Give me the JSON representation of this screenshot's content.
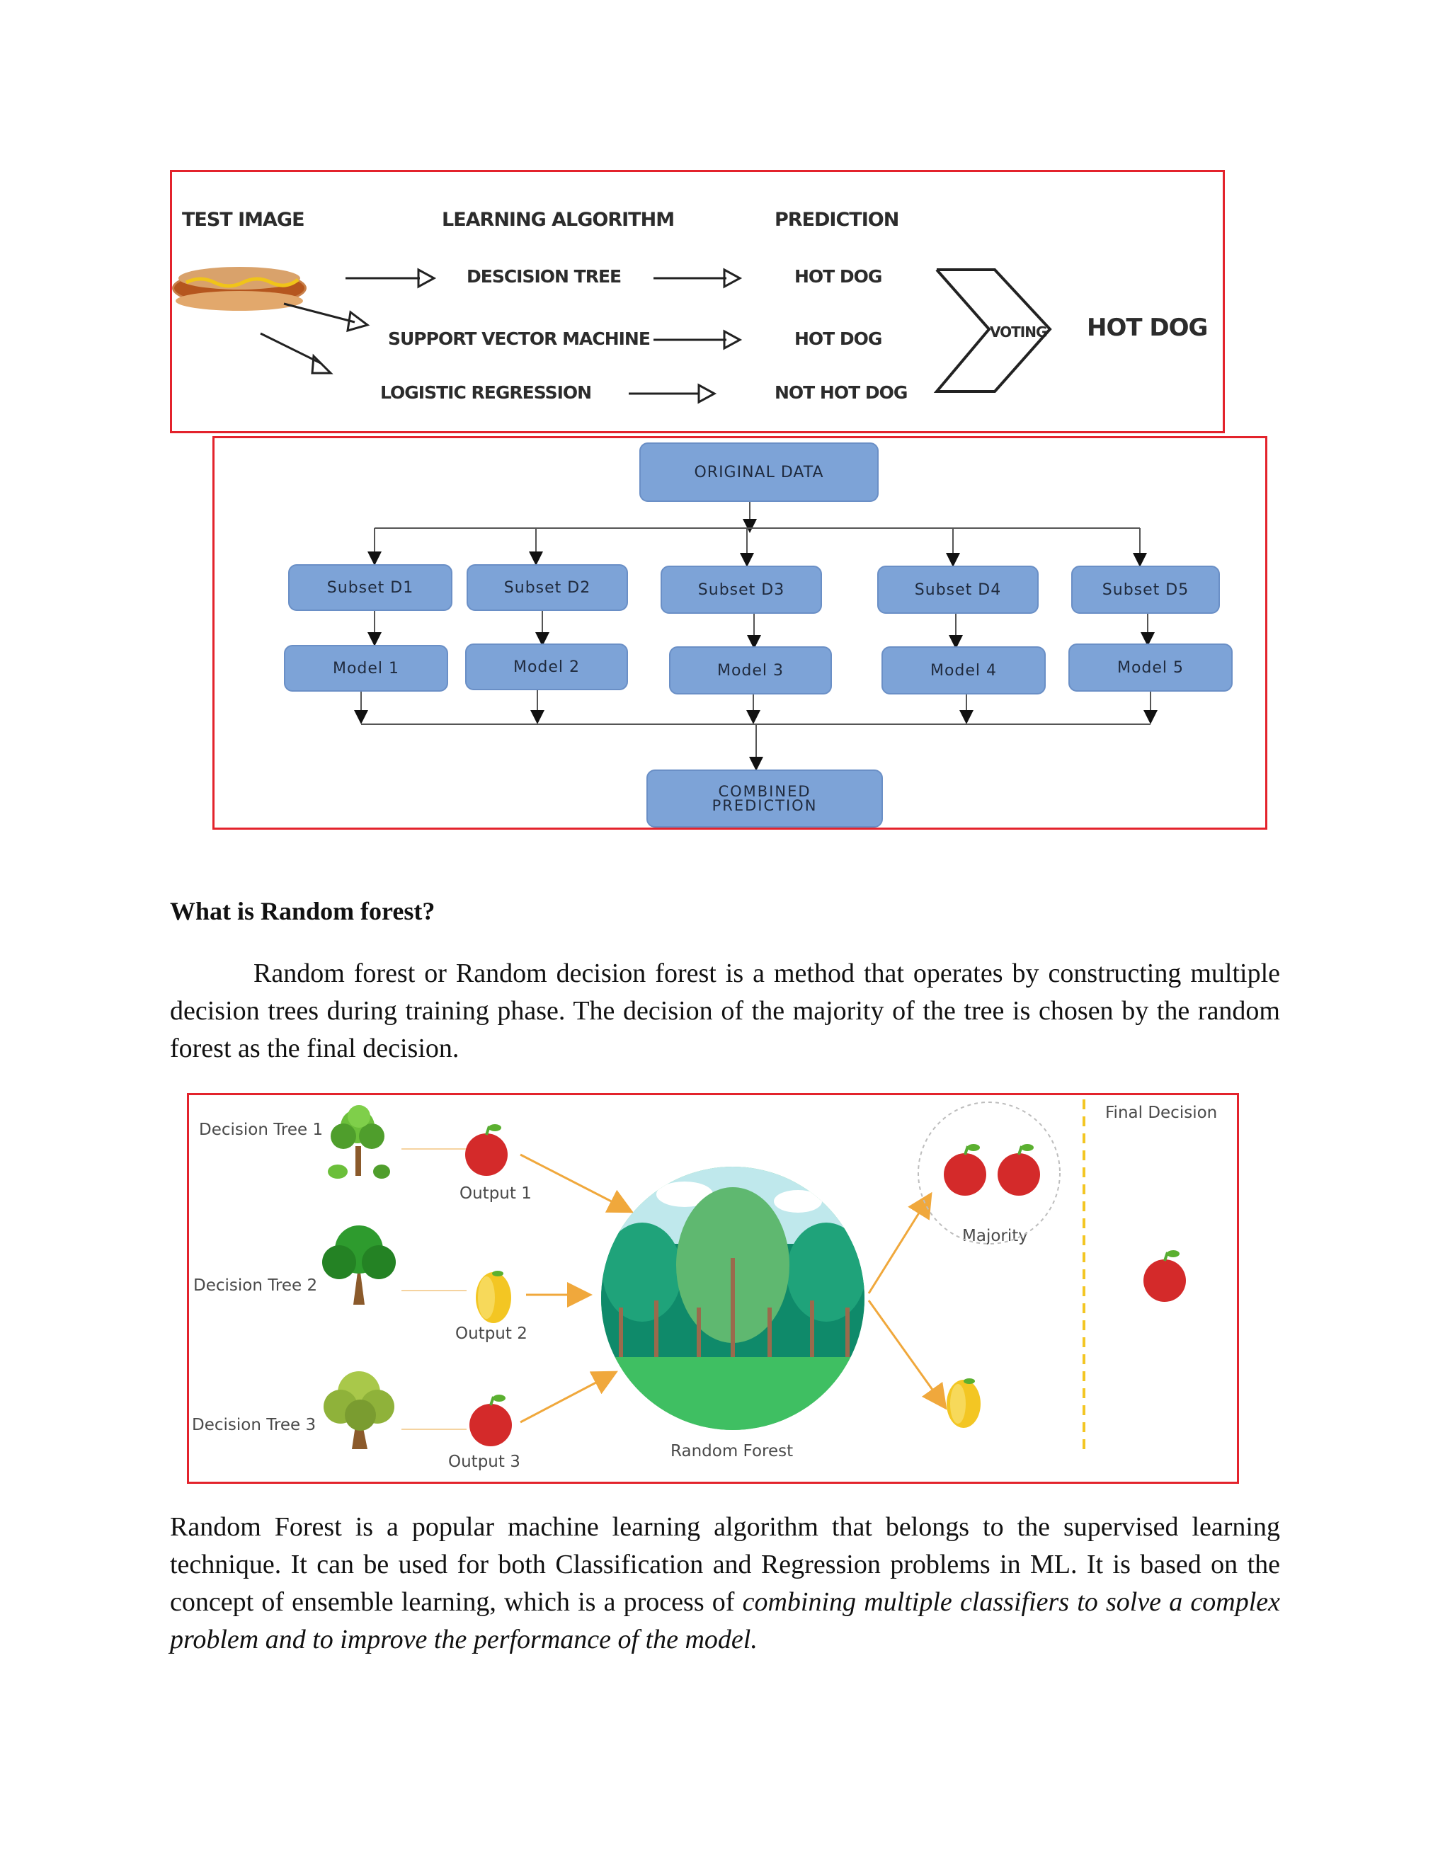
{
  "fig1": {
    "headers": {
      "test_image": "TEST IMAGE",
      "algorithm": "LEARNING ALGORITHM",
      "prediction": "PREDICTION"
    },
    "algorithms": [
      "DESCISION TREE",
      "SUPPORT VECTOR MACHINE",
      "LOGISTIC REGRESSION"
    ],
    "predictions": [
      "HOT DOG",
      "HOT DOG",
      "NOT HOT DOG"
    ],
    "voting": "VOTING",
    "final": "HOT DOG"
  },
  "fig2": {
    "original": "ORIGINAL DATA",
    "subsets": [
      "Subset D1",
      "Subset D2",
      "Subset D3",
      "Subset D4",
      "Subset D5"
    ],
    "models": [
      "Model 1",
      "Model 2",
      "Model 3",
      "Model 4",
      "Model 5"
    ],
    "combined_line1": "COMBINED",
    "combined_line2": "PREDICTION",
    "box_color": "#7da3d7"
  },
  "section": {
    "heading": "What is Random forest?",
    "para1": "Random forest or Random decision forest is a method that operates by constructing multiple decision trees during training phase. The decision of the majority of the tree is chosen by the random forest as the final decision.",
    "para2_plain": "Random Forest is a popular machine learning algorithm that belongs to the supervised learning technique. It can be used for both Classification and Regression problems in ML. It is based on the concept of ensemble learning, which is a process of ",
    "para2_italic": "combining multiple classifiers to solve a complex problem and to improve the performance of the model."
  },
  "fig3": {
    "trees": [
      "Decision Tree 1",
      "Decision Tree 2",
      "Decision Tree 3"
    ],
    "outputs": [
      "Output 1",
      "Output 2",
      "Output 3"
    ],
    "forest_label": "Random Forest",
    "majority": "Majority",
    "final_decision": "Final Decision"
  },
  "colors": {
    "frame": "#e3232c",
    "apple": "#d42a2a",
    "mango": "#f3c623"
  }
}
